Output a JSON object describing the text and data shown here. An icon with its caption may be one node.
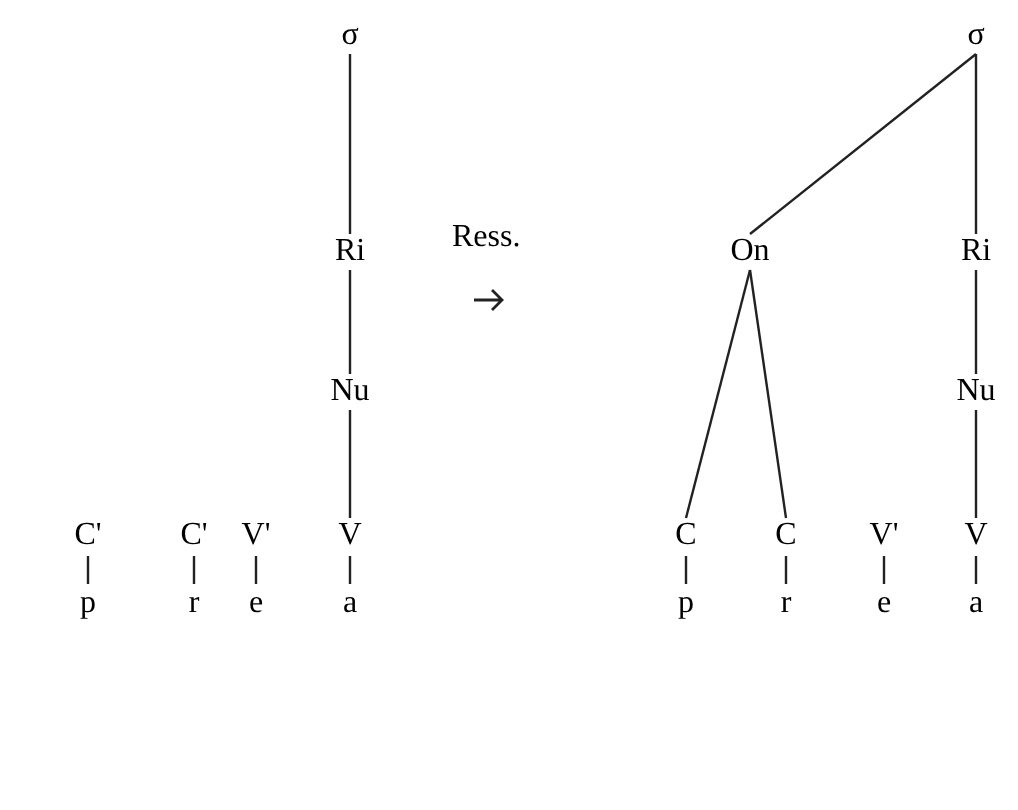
{
  "diagram": {
    "nodes": [
      {
        "text": [
          "σ"
        ]
      },
      {
        "text": [
          "Ri"
        ]
      },
      {
        "text": [
          "Nu"
        ]
      },
      {
        "text": [
          "C'"
        ]
      },
      {
        "text": [
          "C'"
        ]
      },
      {
        "text": [
          "V'"
        ]
      },
      {
        "text": [
          "V"
        ]
      },
      {
        "text": [
          "p"
        ]
      },
      {
        "text": [
          "r"
        ]
      },
      {
        "text": [
          "e"
        ]
      },
      {
        "text": [
          "a"
        ]
      },
      {
        "text": [
          "σ"
        ]
      },
      {
        "text": [
          "On"
        ]
      },
      {
        "text": [
          "Ri"
        ]
      },
      {
        "text": [
          "Nu"
        ]
      },
      {
        "text": [
          "C"
        ]
      },
      {
        "text": [
          "C"
        ]
      },
      {
        "text": [
          "V'"
        ]
      },
      {
        "text": [
          "V"
        ]
      },
      {
        "text": [
          "p"
        ]
      },
      {
        "text": [
          "r"
        ]
      },
      {
        "text": [
          "e"
        ]
      },
      {
        "text": [
          "a"
        ]
      }
    ],
    "edges": [
      {
        "from": 0,
        "to": 1,
        "arrow": "none"
      },
      {
        "from": 1,
        "to": 2,
        "arrow": "none"
      },
      {
        "from": 2,
        "to": 6,
        "arrow": "none"
      },
      {
        "from": 3,
        "to": 7,
        "arrow": "none"
      },
      {
        "from": 4,
        "to": 8,
        "arrow": "none"
      },
      {
        "from": 5,
        "to": 9,
        "arrow": "none"
      },
      {
        "from": 6,
        "to": 10,
        "arrow": "none"
      },
      {
        "from": 11,
        "to": 12,
        "arrow": "none"
      },
      {
        "from": 11,
        "to": 13,
        "arrow": "none"
      },
      {
        "from": 12,
        "to": 15,
        "arrow": "none"
      },
      {
        "from": 12,
        "to": 16,
        "arrow": "none"
      },
      {
        "from": 13,
        "to": 14,
        "arrow": "none"
      },
      {
        "from": 14,
        "to": 18,
        "arrow": "none"
      },
      {
        "from": 15,
        "to": 19,
        "arrow": "none"
      },
      {
        "from": 16,
        "to": 20,
        "arrow": "none"
      },
      {
        "from": 17,
        "to": 21,
        "arrow": "none"
      },
      {
        "from": 18,
        "to": 22,
        "arrow": "none"
      }
    ],
    "labels": [
      "Ress."
    ]
  }
}
